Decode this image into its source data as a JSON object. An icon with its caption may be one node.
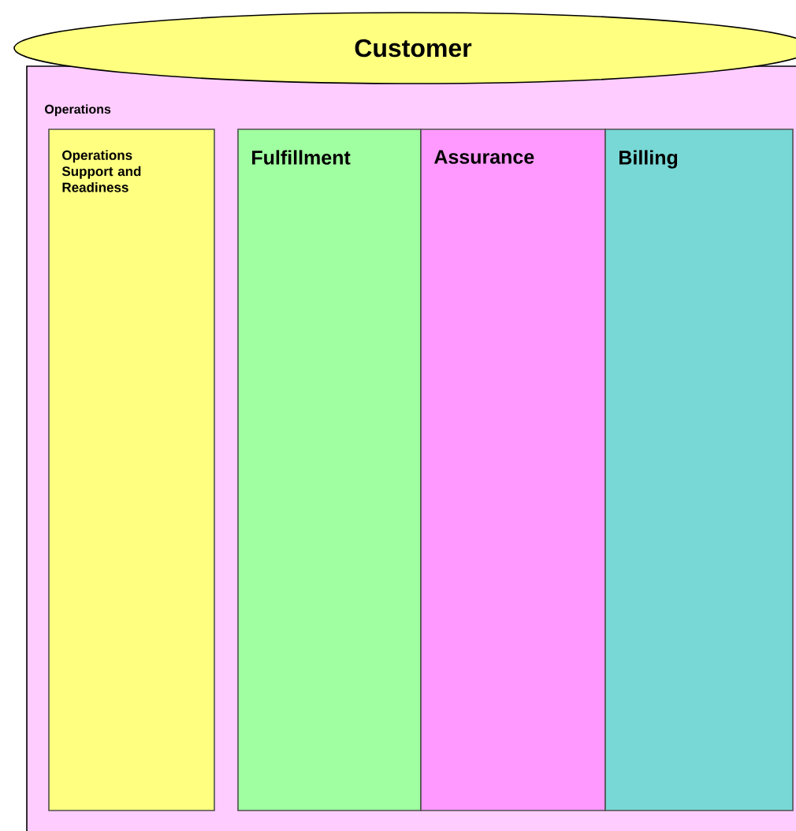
{
  "diagram": {
    "nodes": [
      {
        "text": [
          "Customer"
        ]
      },
      {
        "text": [
          "Operations"
        ]
      },
      {
        "text": [
          "Operations Support and Readiness"
        ],
        "in": 1
      },
      {
        "text": [
          "Fulfillment"
        ],
        "in": 1
      },
      {
        "text": [
          "Assurance"
        ],
        "in": 1
      },
      {
        "text": [
          "Billing"
        ],
        "in": 1
      }
    ]
  }
}
